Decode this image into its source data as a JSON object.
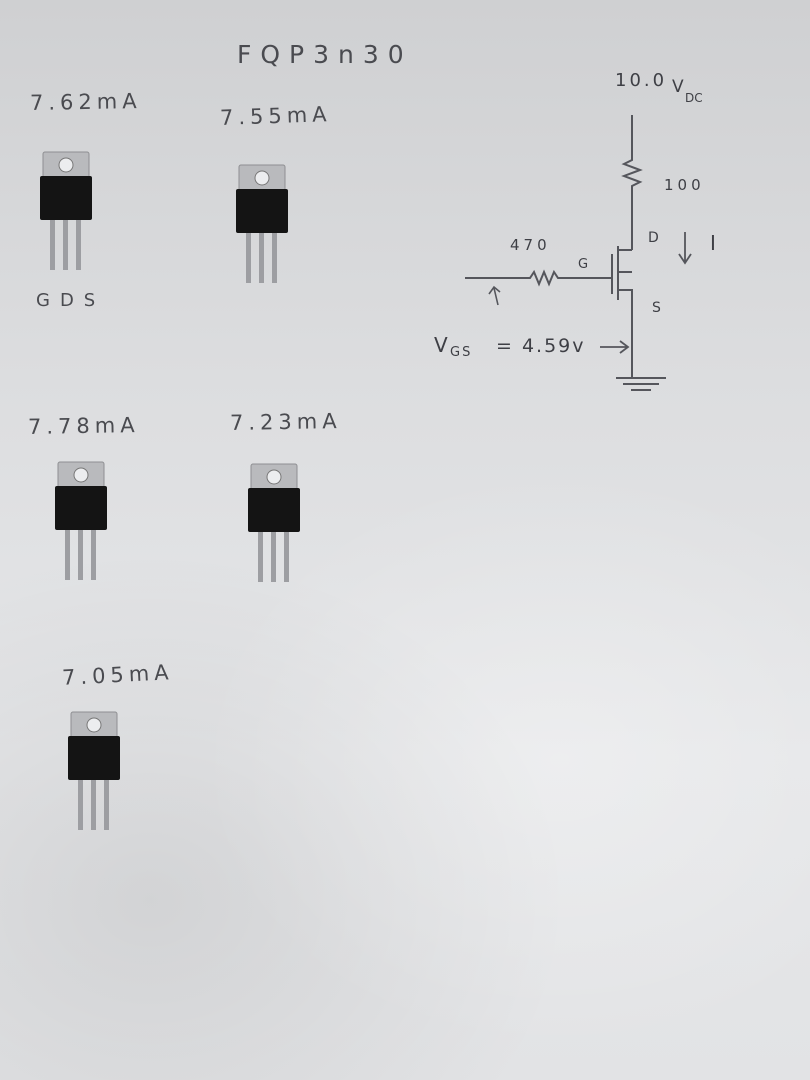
{
  "part_number": "FQP3n30",
  "pin_order": "GDS",
  "readings": [
    "7.62mA",
    "7.55mA",
    "7.78mA",
    "7.23mA",
    "7.05mA"
  ],
  "schematic": {
    "supply": "10.0",
    "supply_subscript": "DC",
    "drain_resistor": "100",
    "gate_resistor": "470",
    "gate_label": "G",
    "drain_label": "D",
    "source_label": "S",
    "current_label": "I",
    "vgs_label": "V",
    "vgs_subscript": "GS",
    "vgs_value": "= 4.59v"
  },
  "colors": {
    "ink": "#4a4b50",
    "paper": "#dcdddf",
    "transistor_body": "#141414",
    "transistor_tab": "#b9babd"
  }
}
